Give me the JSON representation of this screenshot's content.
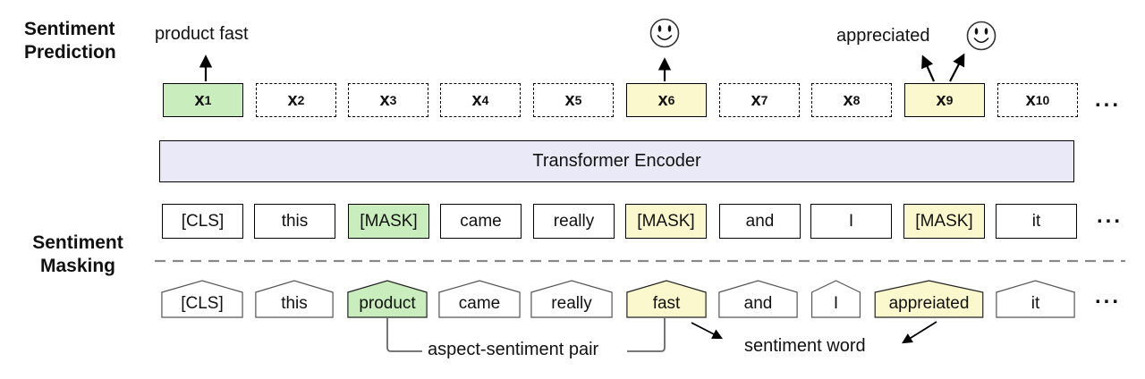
{
  "labels": {
    "sentiment_prediction_line1": "Sentiment",
    "sentiment_prediction_line2": "Prediction",
    "sentiment_masking_line1": "Sentiment",
    "sentiment_masking_line2": "Masking",
    "aspect_prediction": "product fast",
    "sentiment_prediction_word": "appreciated",
    "aspect_sentiment_pair": "aspect-sentiment pair",
    "sentiment_word": "sentiment word",
    "ellipsis": "..."
  },
  "encoder": {
    "label": "Transformer Encoder"
  },
  "output_row": [
    {
      "base": "x",
      "sub": "1",
      "state": "aspect"
    },
    {
      "base": "x",
      "sub": "2",
      "state": "plain"
    },
    {
      "base": "x",
      "sub": "3",
      "state": "plain"
    },
    {
      "base": "x",
      "sub": "4",
      "state": "plain"
    },
    {
      "base": "x",
      "sub": "5",
      "state": "plain"
    },
    {
      "base": "x",
      "sub": "6",
      "state": "sentiment"
    },
    {
      "base": "x",
      "sub": "7",
      "state": "plain"
    },
    {
      "base": "x",
      "sub": "8",
      "state": "plain"
    },
    {
      "base": "x",
      "sub": "9",
      "state": "sentiment"
    },
    {
      "base": "x",
      "sub": "10",
      "state": "plain"
    }
  ],
  "masked_tokens": [
    {
      "label": "[CLS]",
      "state": "plain"
    },
    {
      "label": "this",
      "state": "plain"
    },
    {
      "label": "[MASK]",
      "state": "aspect"
    },
    {
      "label": "came",
      "state": "plain"
    },
    {
      "label": "really",
      "state": "plain"
    },
    {
      "label": "[MASK]",
      "state": "sentiment"
    },
    {
      "label": "and",
      "state": "plain"
    },
    {
      "label": "I",
      "state": "plain"
    },
    {
      "label": "[MASK]",
      "state": "sentiment"
    },
    {
      "label": "it",
      "state": "plain"
    }
  ],
  "input_tokens": [
    {
      "label": "[CLS]",
      "state": "plain"
    },
    {
      "label": "this",
      "state": "plain"
    },
    {
      "label": "product",
      "state": "aspect"
    },
    {
      "label": "came",
      "state": "plain"
    },
    {
      "label": "really",
      "state": "plain"
    },
    {
      "label": "fast",
      "state": "sentiment"
    },
    {
      "label": "and",
      "state": "plain"
    },
    {
      "label": "I",
      "state": "plain"
    },
    {
      "label": "appreiated",
      "state": "sentiment"
    },
    {
      "label": "it",
      "state": "plain"
    }
  ],
  "colors": {
    "aspect_green": "#c9edbc",
    "sentiment_yellow": "#fbf8cd",
    "encoder_lavender": "#e9e9f8",
    "divider_gray": "#888888"
  }
}
